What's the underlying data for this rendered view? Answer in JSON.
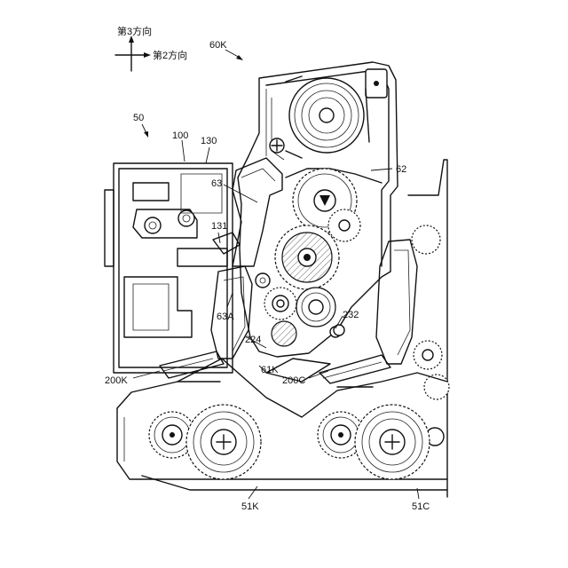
{
  "direction_indicator": {
    "vertical_label": "第3方向",
    "horizontal_label": "第2方向"
  },
  "labels": {
    "l60K": "60K",
    "l50": "50",
    "l100": "100",
    "l130": "130",
    "l62": "62",
    "l63": "63",
    "l131": "131",
    "l63A": "63A",
    "l224": "224",
    "l232": "232",
    "l61K": "61K",
    "l200K": "200K",
    "l200C": "200C",
    "l51K": "51K",
    "l51C": "51C"
  }
}
